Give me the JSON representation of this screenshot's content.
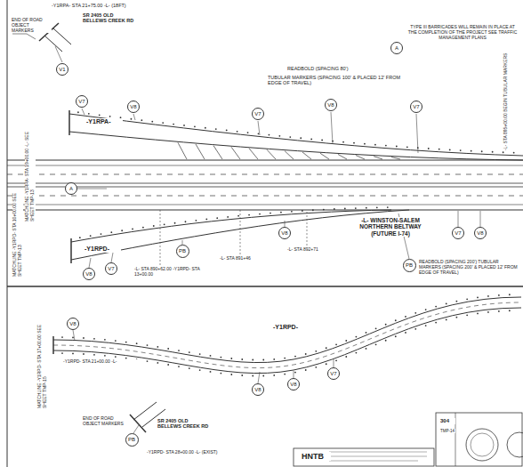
{
  "diagram": {
    "nodes": [
      {
        "text": [
          "A"
        ]
      },
      {
        "text": [
          "V1"
        ]
      },
      {
        "text": [
          "V7"
        ]
      },
      {
        "text": [
          "V8"
        ]
      },
      {
        "text": [
          "V7"
        ]
      },
      {
        "text": [
          "V8"
        ]
      },
      {
        "text": [
          "V7"
        ]
      },
      {
        "text": [
          "A"
        ]
      },
      {
        "text": [
          "V8"
        ]
      },
      {
        "text": [
          "V7"
        ]
      },
      {
        "text": [
          "PB"
        ]
      },
      {
        "text": [
          "V8"
        ]
      },
      {
        "text": [
          "V7"
        ]
      },
      {
        "text": [
          "V8"
        ]
      },
      {
        "text": [
          "PB"
        ]
      },
      {
        "text": [
          "V8"
        ]
      },
      {
        "text": [
          "V8"
        ]
      },
      {
        "text": [
          "V8"
        ]
      },
      {
        "text": [
          "V7"
        ]
      },
      {
        "text": [
          "PB"
        ]
      }
    ],
    "labels": [
      "-Y1RPA- STA 21+75.00 -L- (18FT)",
      "END OF ROAD OBJECT MARKERS",
      "SR 2405 OLD BELLEWS CREEK RD",
      "TYPE III BARRICADES WILL REMAIN IN PLACE AT THE COMPLETION OF THE PROJECT SEE TRAFFIC MANAGEMENT PLANS",
      "-Y1RPA-",
      "READBOLD (SPACING 80')",
      "TUBULAR MARKERS (SPACING 100' & PLACED 12' FROM EDGE OF TRAVEL)",
      "-L- WINSTON-SALEM NORTHERN BELTWAY (FUTURE I-74)",
      "MATCHLINE -Y1RPA- STA 19+00.00 -L- SEE SHEET TMP-13",
      "-Y1RPD-",
      "MATCHLINE -Y1RPD- STA 10+00.00 SEE SHEET TMP-13",
      "-L- STA 890+62.00 -Y1RPD- STA 13+00.00",
      "-L- STA 891+46",
      "-L- STA 892+71",
      "READBOLD (SPACING 200') TUBULAR MARKERS (SPACING 200' & PLACED 12' FROM EDGE OF TRAVEL)",
      "-L- STA 895+00.00 BEGIN TUBULAR MARKERS",
      "-Y1RPD-",
      "MATCHLINE -Y1RPD- STA 17+00.00 SEE SHEET TMP-15",
      "-Y1RPD- STA 21+00.00 -L-",
      "END OF ROAD OBJECT MARKERS",
      "SR 2405 OLD BELLEWS CREEK RD",
      "-Y1RPD- STA 28+00.00 -L- (EXIST)",
      "HNTB",
      "304",
      "TMP-14"
    ]
  }
}
